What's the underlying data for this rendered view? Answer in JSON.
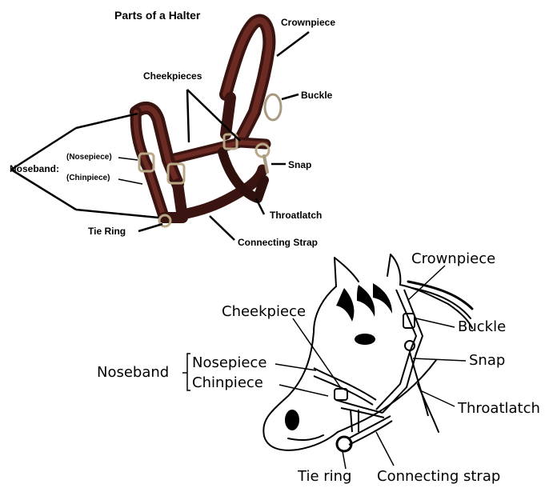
{
  "photo": {
    "title": "Parts of a Halter",
    "labels": {
      "crownpiece": "Crownpiece",
      "cheekpieces": "Cheekpieces",
      "buckle": "Buckle",
      "noseband": "Noseband:",
      "nosepiece": "(Nosepiece)",
      "chinpiece": "(Chinpiece)",
      "snap": "Snap",
      "throatlatch": "Throatlatch",
      "tie_ring": "Tie Ring",
      "connecting_strap": "Connecting Strap"
    },
    "leather_color": "#4a1c16"
  },
  "drawing": {
    "labels": {
      "crownpiece": "Crownpiece",
      "cheekpiece": "Cheekpiece",
      "buckle": "Buckle",
      "noseband": "Noseband",
      "nosepiece": "Nosepiece",
      "chinpiece": "Chinpiece",
      "snap": "Snap",
      "throatlatch": "Throatlatch",
      "tie_ring": "Tie ring",
      "connecting_strap": "Connecting strap"
    }
  }
}
